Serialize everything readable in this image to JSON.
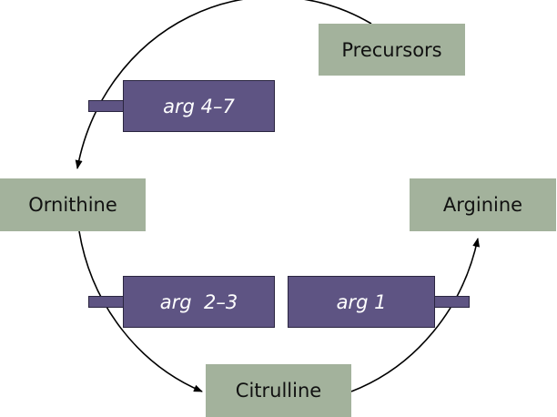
{
  "metabolites": {
    "precursors": "Precursors",
    "ornithine": "Ornithine",
    "citrulline": "Citrulline",
    "arginine": "Arginine"
  },
  "genes": {
    "arg47": "arg 4–7",
    "arg23": "arg  2–3",
    "arg1": "arg 1"
  },
  "colors": {
    "metabolite": "#a3b29c",
    "gene": "#5e5483"
  }
}
